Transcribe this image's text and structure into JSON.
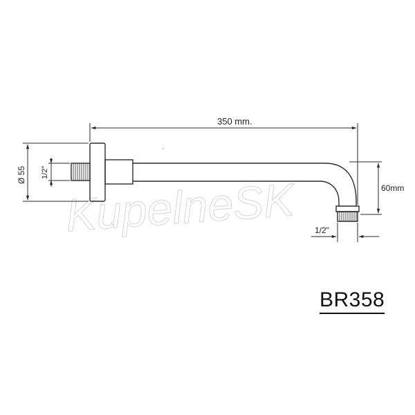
{
  "drawing": {
    "dimensions": {
      "overall_length": "350 mm.",
      "flange_diameter": "Ø 55",
      "inlet_thread": "1/2\"",
      "outlet_drop": "60mm",
      "outlet_thread": "1/2\""
    },
    "model_code": "BR358",
    "watermark": "KupelneSK"
  },
  "colors": {
    "line": "#2a2a2a",
    "watermark": "#e6e6e6",
    "background": "#ffffff"
  }
}
